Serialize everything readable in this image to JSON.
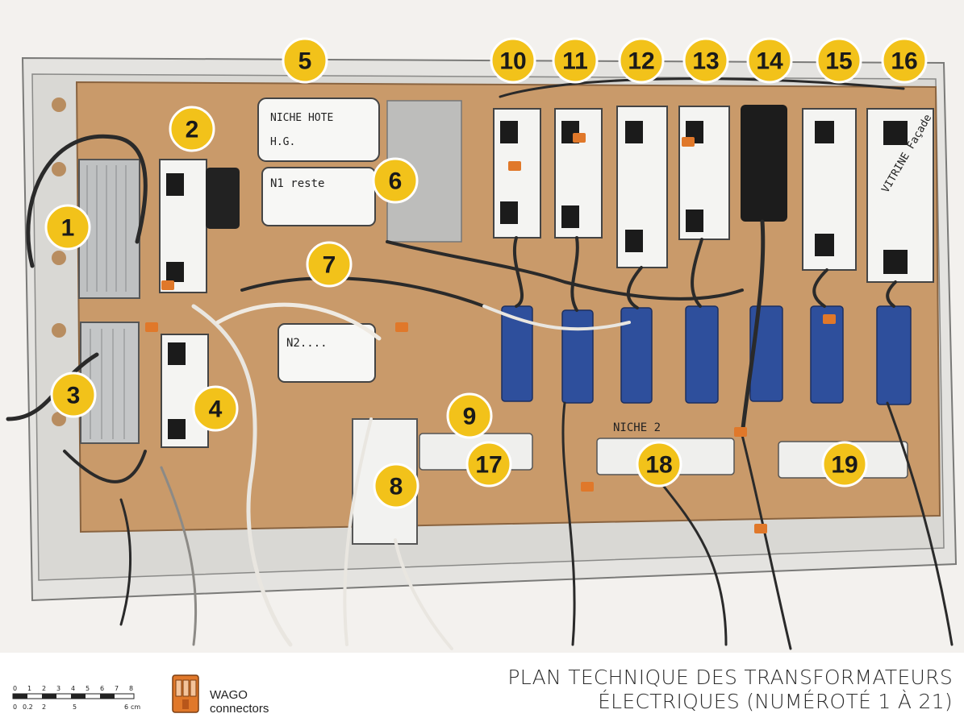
{
  "title": {
    "line1": "PLAN TECHNIQUE DES TRANSFORMATEURS",
    "line2": "ÉLECTRIQUES (NUMÉROTÉ 1 À 21)"
  },
  "legend": {
    "wago_line1": "WAGO",
    "wago_line2": "connectors",
    "wago_icon": "wago-connector-icon"
  },
  "scale_bar": {
    "top_ticks": [
      "0",
      "1",
      "2",
      "3",
      "4",
      "5",
      "6",
      "7",
      "8"
    ],
    "bottom_ticks": [
      "0",
      "0.2",
      "2",
      "5",
      "6"
    ],
    "unit": "cm"
  },
  "labels": {
    "n1": "1",
    "n2": "2",
    "n3": "3",
    "n4": "4",
    "n5": "5",
    "n6": "6",
    "n7": "7",
    "n8": "8",
    "n9": "9",
    "n10": "10",
    "n11": "11",
    "n12": "12",
    "n13": "13",
    "n14": "14",
    "n15": "15",
    "n16": "16",
    "n17": "17",
    "n18": "18",
    "n19": "19"
  },
  "handwritten": {
    "niche_hote": "NICHE HOTE",
    "hg": "H.G.",
    "n1_reste": "N1 reste",
    "n2": "N2....",
    "niche2": "NICHE 2",
    "vitrine_facade": "VITRINE Façade"
  },
  "colors": {
    "marker": "#f2c21a",
    "board": "#c99a6a",
    "frame": "#e8e8e6",
    "driver_blue": "#2e4f9c",
    "wago_orange": "#e0782a"
  }
}
